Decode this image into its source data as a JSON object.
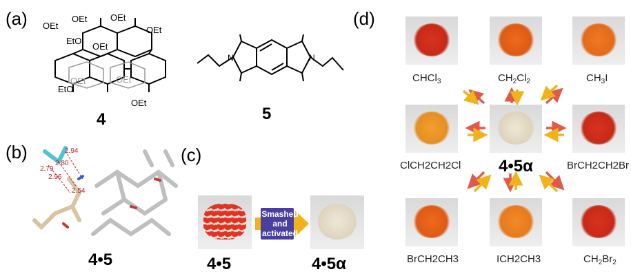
{
  "labels": {
    "a": "(a)",
    "b": "(b)",
    "c": "(c)",
    "d": "(d)"
  },
  "compounds": {
    "c4": "4",
    "c5": "5",
    "complex_b": "4•5",
    "complex_c_left": "4•5",
    "complex_c_right": "4•5α",
    "center_d": "4•5α"
  },
  "structure4_labels": [
    "OEt",
    "OEt",
    "OEt",
    "OEt",
    "EtO",
    "OEt",
    "OEt",
    "OEt",
    "EtO",
    "OEt"
  ],
  "arrow_c": {
    "line1": "Smashed",
    "line2": "and",
    "line3": "activated"
  },
  "distances": [
    "2.94",
    "2.80",
    "2.54",
    "2.79",
    "2.96"
  ],
  "solvents": {
    "chcl3": {
      "main": "CHCl",
      "sub": "3"
    },
    "ch2cl2": {
      "p1": "CH",
      "s1": "2",
      "p2": "Cl",
      "s2": "2"
    },
    "ch3i": {
      "p1": "CH",
      "s1": "3",
      "p2": "I"
    },
    "clch2ch2cl": "ClCH2CH2Cl",
    "brch2ch2br": "BrCH2CH2Br",
    "brch2ch3": "BrCH2CH3",
    "ich2ch3": "ICH2CH3",
    "ch2br2": {
      "p1": "CH",
      "s1": "2",
      "p2": "Br",
      "s2": "2"
    }
  },
  "colors": {
    "red": "#d8321f",
    "orange": "#e8661c",
    "light_orange": "#f08a2a",
    "yellow_orange": "#eb9a2a",
    "cream": "#e8e0cf",
    "arrow_purple": "#4a3fa0",
    "arrow_gold": "#f2b21c"
  }
}
